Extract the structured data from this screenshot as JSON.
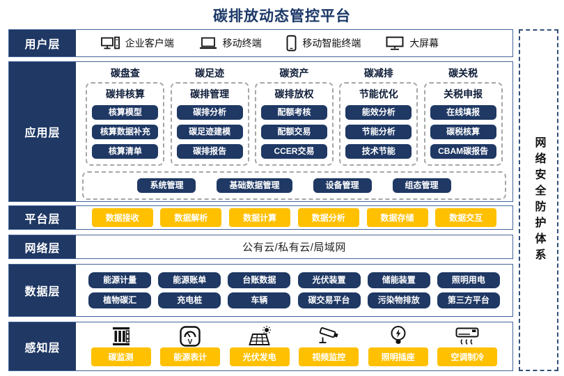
{
  "title": "碳排放动态管控平台",
  "colors": {
    "navy": "#1F3864",
    "yellow": "#FFC000",
    "title_navy": "#1B3767",
    "row_border": "#44639A"
  },
  "sidebar": {
    "label": "网络安全防护体系"
  },
  "layers": {
    "user": {
      "label": "用户层",
      "items": [
        {
          "icon": "desktop-pc-icon",
          "label": "企业客户端"
        },
        {
          "icon": "laptop-icon",
          "label": "移动终端"
        },
        {
          "icon": "smartphone-icon",
          "label": "移动智能终端"
        },
        {
          "icon": "big-screen-icon",
          "label": "大屏幕"
        }
      ]
    },
    "application": {
      "label": "应用层",
      "columns": [
        {
          "category": "碳盘查",
          "module": "碳排核算",
          "functions": [
            "核算模型",
            "核算数据补充",
            "核算清单"
          ]
        },
        {
          "category": "碳足迹",
          "module": "碳排管理",
          "functions": [
            "碳排分析",
            "碳足迹建模",
            "碳排报告"
          ]
        },
        {
          "category": "碳资产",
          "module": "碳排放权",
          "functions": [
            "配额考核",
            "配额交易",
            "CCER交易"
          ]
        },
        {
          "category": "碳减排",
          "module": "节能优化",
          "functions": [
            "能效分析",
            "节能分析",
            "技术节能"
          ]
        },
        {
          "category": "碳关税",
          "module": "关税申报",
          "functions": [
            "在线填报",
            "碳税核算",
            "CBAM碳报告"
          ]
        }
      ],
      "common_modules": [
        "系统管理",
        "基础数据管理",
        "设备管理",
        "组态管理"
      ]
    },
    "platform": {
      "label": "平台层",
      "items": [
        "数据接收",
        "数据解析",
        "数据计算",
        "数据分析",
        "数据存储",
        "数据交互"
      ]
    },
    "network": {
      "label": "网络层",
      "text": "公有云/私有云/局域网"
    },
    "data": {
      "label": "数据层",
      "rows": [
        [
          "能源计量",
          "能源账单",
          "台账数据",
          "光伏装置",
          "储能装置",
          "照明用电"
        ],
        [
          "植物碳汇",
          "充电桩",
          "车辆",
          "碳交易平台",
          "污染物排放",
          "第三方平台"
        ]
      ]
    },
    "perception": {
      "label": "感知层",
      "items": [
        {
          "icon": "carbon-monitor-icon",
          "label": "碳监测"
        },
        {
          "icon": "energy-meter-icon",
          "label": "能源表计"
        },
        {
          "icon": "solar-pv-icon",
          "label": "光伏发电"
        },
        {
          "icon": "cctv-camera-icon",
          "label": "视频监控"
        },
        {
          "icon": "light-socket-icon",
          "label": "照明插座"
        },
        {
          "icon": "ac-cooling-icon",
          "label": "空调制冷"
        }
      ]
    }
  }
}
